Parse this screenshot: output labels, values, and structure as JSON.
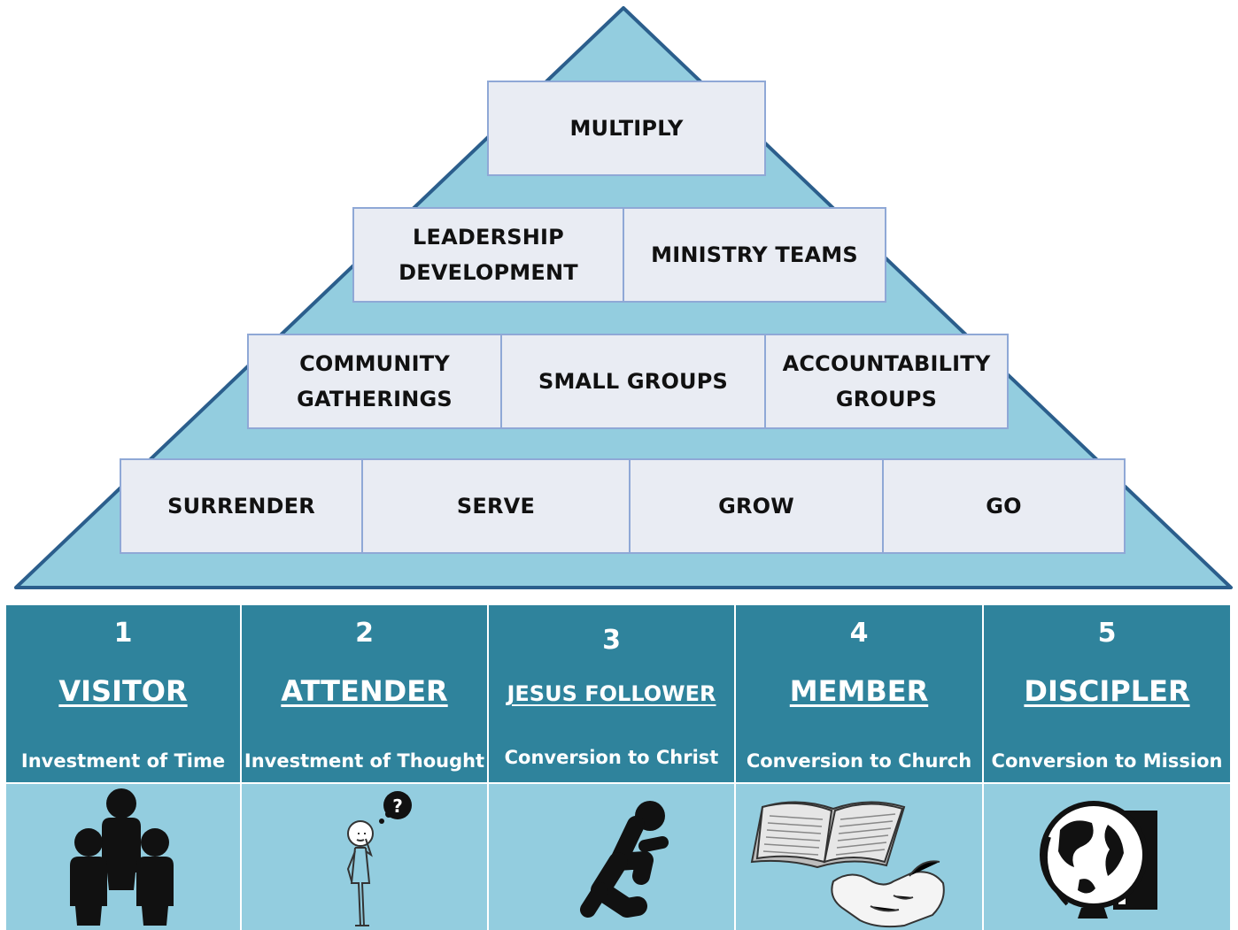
{
  "pyramid": {
    "top": "MULTIPLY",
    "tier2": [
      "LEADERSHIP\nDEVELOPMENT",
      "MINISTRY TEAMS"
    ],
    "tier3": [
      "COMMUNITY\nGATHERINGS",
      "SMALL GROUPS",
      "ACCOUNTABILITY\nGROUPS"
    ],
    "base": [
      "SURRENDER",
      "SERVE",
      "GROW",
      "GO"
    ]
  },
  "stages": [
    {
      "number": "1",
      "name": "VISITOR",
      "description": "Investment of Time",
      "icon": "people-group-icon"
    },
    {
      "number": "2",
      "name": "ATTENDER",
      "description": "Investment of Thought",
      "icon": "thinking-person-icon"
    },
    {
      "number": "3",
      "name": "JESUS FOLLOWER",
      "description": "Conversion to Christ",
      "icon": "kneeling-prayer-icon"
    },
    {
      "number": "4",
      "name": "MEMBER",
      "description": "Conversion to Church",
      "icon": "bible-and-handshake-icon"
    },
    {
      "number": "5",
      "name": "DISCIPLER",
      "description": "Conversion to Mission",
      "icon": "globe-and-door-icon"
    }
  ],
  "colors": {
    "pyramid_fill": "#93cddf",
    "pyramid_stroke": "#2b5e8c",
    "box_fill": "#e9ecf3",
    "box_border": "#8fa8d6",
    "stage_header": "#2f839c",
    "stage_icon_row": "#93cddf"
  }
}
